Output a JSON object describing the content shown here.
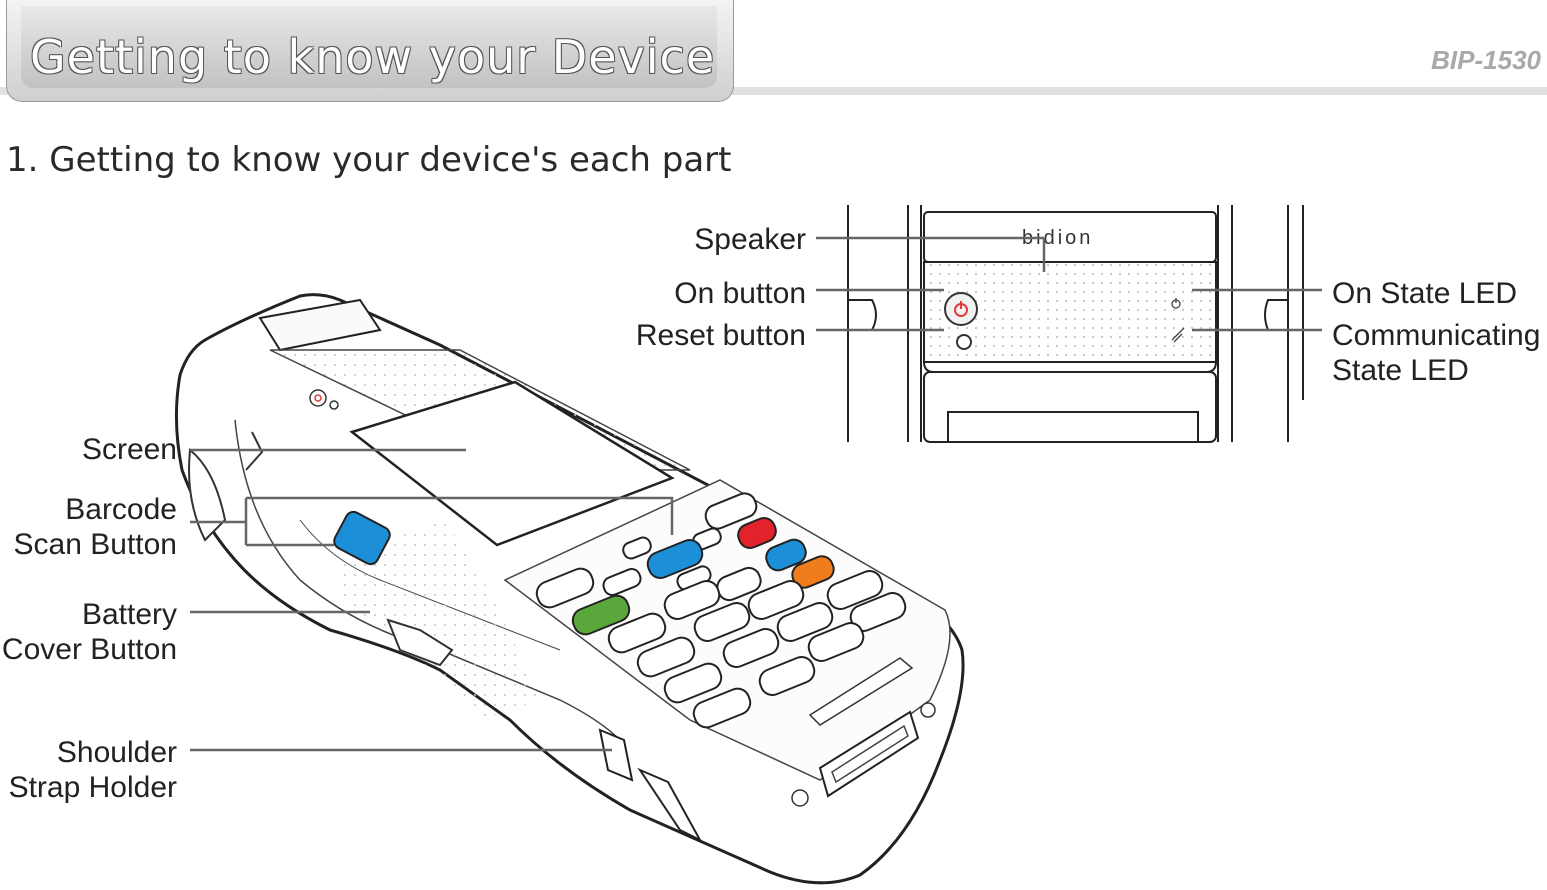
{
  "header": {
    "title": "Getting to know your Device",
    "model": "BIP-1530"
  },
  "section": {
    "title": "1. Getting to know your device's each part"
  },
  "device": {
    "brand_logo": "bidion"
  },
  "labels": {
    "speaker": "Speaker",
    "on_button": "On button",
    "reset_button": "Reset button",
    "on_state_led": "On State LED",
    "communicating_state_led_1": "Communicating",
    "communicating_state_led_2": "State LED",
    "screen": "Screen",
    "barcode_scan_button_1": "Barcode",
    "barcode_scan_button_2": "Scan Button",
    "battery_cover_button_1": "Battery",
    "battery_cover_button_2": "Cover Button",
    "shoulder_strap_holder_1": "Shoulder",
    "shoulder_strap_holder_2": "Strap Holder"
  },
  "colors": {
    "power_icon": "#e23a3a",
    "key_blue": "#1d8fd8",
    "key_red": "#e2232b",
    "key_orange": "#f07d1c",
    "key_green": "#5aa83c",
    "leader_line": "#666666"
  }
}
